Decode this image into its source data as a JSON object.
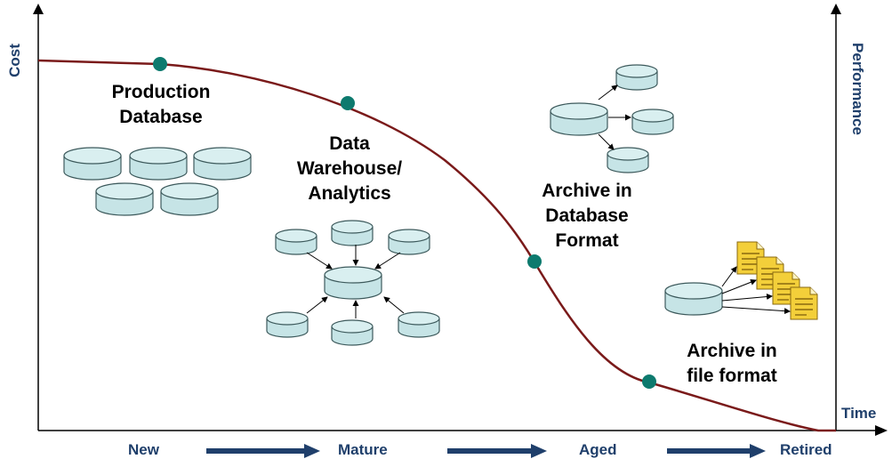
{
  "axes": {
    "left": "Cost",
    "right": "Performance",
    "bottom": "Time"
  },
  "stages": [
    "New",
    "Mature",
    "Aged",
    "Retired"
  ],
  "blocks": {
    "production": [
      "Production",
      "Database"
    ],
    "warehouse": [
      "Data",
      "Warehouse/",
      "Analytics"
    ],
    "archive_db": [
      "Archive in",
      "Database",
      "Format"
    ],
    "archive_file": [
      "Archive in",
      "file format"
    ]
  },
  "colors": {
    "curve": "#7a1a1a",
    "axis": "#000000",
    "marker": "#0d7a6e",
    "cylinder_fill": "#c6e4e6",
    "cylinder_stroke": "#3d5a5c",
    "stage_text": "#1f3f6b",
    "arrow": "#1f3f6b",
    "document": "#f3cf3a"
  }
}
